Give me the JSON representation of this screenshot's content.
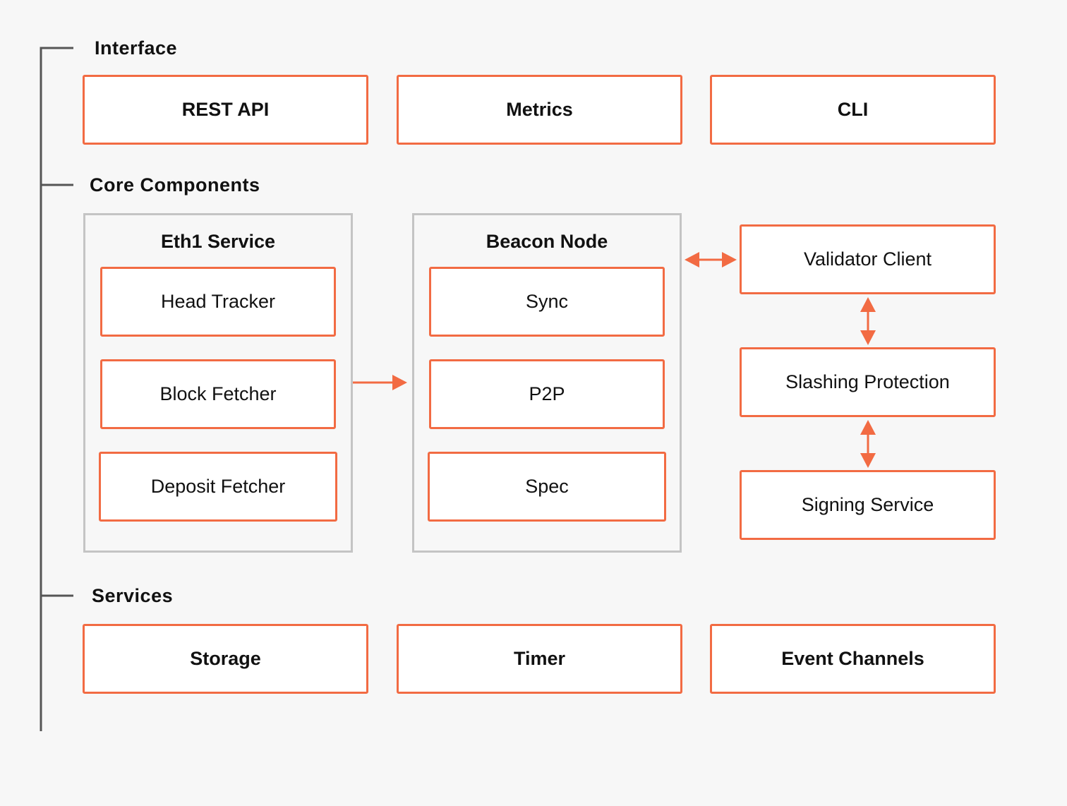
{
  "colors": {
    "background": "#f7f7f7",
    "accent": "#f26b43",
    "group_border": "#c4c4c4",
    "rule": "#777777",
    "text": "#111111"
  },
  "sections": {
    "interface": {
      "label": "Interface",
      "items": [
        "REST API",
        "Metrics",
        "CLI"
      ]
    },
    "core": {
      "label": "Core Components",
      "eth1": {
        "title": "Eth1 Service",
        "items": [
          "Head Tracker",
          "Block Fetcher",
          "Deposit Fetcher"
        ]
      },
      "beacon": {
        "title": "Beacon Node",
        "items": [
          "Sync",
          "P2P",
          "Spec"
        ]
      },
      "validator_chain": [
        "Validator Client",
        "Slashing Protection",
        "Signing Service"
      ]
    },
    "services": {
      "label": "Services",
      "items": [
        "Storage",
        "Timer",
        "Event Channels"
      ]
    }
  }
}
